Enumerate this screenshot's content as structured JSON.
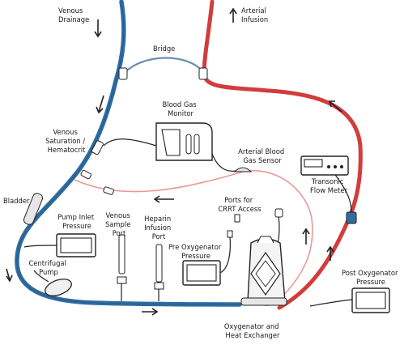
{
  "labels": {
    "venous_drainage": [
      "Venous",
      "Drainage"
    ],
    "arterial_infusion": [
      "Arterial",
      "Infusion"
    ],
    "bridge": "Bridge",
    "blood_gas_monitor": [
      "Blood Gas",
      "Monitor"
    ],
    "venous_saturation": [
      "Venous",
      "Saturation /",
      "Hematocrit"
    ],
    "arterial_blood_gas_sensor": [
      "Arterial Blood",
      "Gas Sensor"
    ],
    "transonic_flow_meter": [
      "Transonic",
      "Flow Meter"
    ],
    "ports_for_crrt": [
      "Ports for",
      "CRRT Access"
    ],
    "bladder": "Bladder",
    "pump_inlet_pressure": [
      "Pump Inlet",
      "Pressure"
    ],
    "venous_sample_port": [
      "Venous",
      "Sample",
      "Port"
    ],
    "heparin_infusion_port": [
      "Heparin",
      "Infusion",
      "Port"
    ],
    "pre_oxygenator_pressure": [
      "Pre Oxygenator",
      "Pressure"
    ],
    "centrifugal_pump": [
      "Centrifugal",
      "Pump"
    ],
    "post_oxygenator_pressure": [
      "Post Oxygenator",
      "Pressure"
    ],
    "oxygenator": [
      "Oxygenator and",
      "Heat Exchanger"
    ]
  },
  "colors": {
    "venous_line": "#2f6da3",
    "arterial_line": "#d23c3c",
    "outline": "#222222"
  },
  "icons": {
    "flow_arrow": "arrow-icon",
    "sensor": "sensor-icon"
  }
}
